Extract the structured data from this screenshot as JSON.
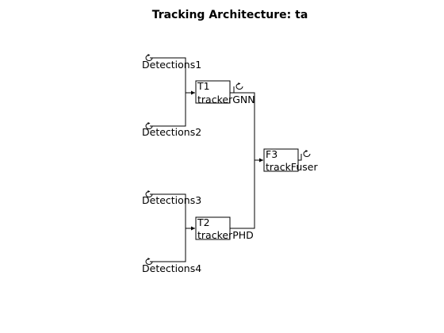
{
  "title": "Tracking Architecture: ta",
  "sources": [
    {
      "label": "Detections1"
    },
    {
      "label": "Detections2"
    },
    {
      "label": "Detections3"
    },
    {
      "label": "Detections4"
    }
  ],
  "blocks": [
    {
      "id_label": "T1",
      "name_label": "trackerGNN"
    },
    {
      "id_label": "T2",
      "name_label": "trackerPHD"
    },
    {
      "id_label": "F3",
      "name_label": "trackFuser"
    }
  ],
  "icons": {
    "source": "loop-arrow-icon",
    "output": "loop-arrow-icon"
  },
  "colors": {
    "stroke": "#000000",
    "background": "#ffffff"
  }
}
